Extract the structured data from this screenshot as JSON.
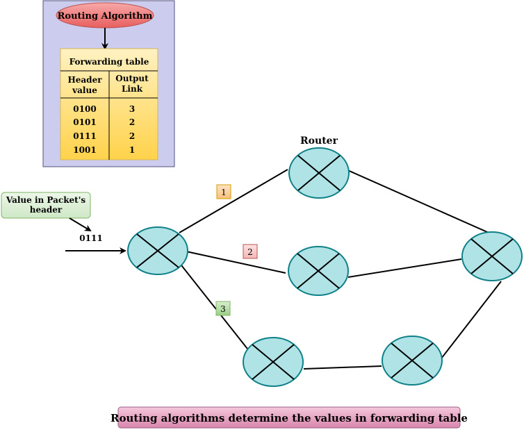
{
  "routing_panel": {
    "algorithm_label": "Routing Algorithm",
    "table_title": "Forwarding table",
    "header_value_line1": "Header",
    "header_value_line2": "value",
    "output_link_line1": "Output",
    "output_link_line2": "Link",
    "rows": [
      {
        "header": "0100",
        "link": "3"
      },
      {
        "header": "0101",
        "link": "2"
      },
      {
        "header": "0111",
        "link": "2"
      },
      {
        "header": "1001",
        "link": "1"
      }
    ]
  },
  "packet": {
    "label_line1": "Value in Packet's",
    "label_line2": "header",
    "value": "0111"
  },
  "router_label": "Router",
  "links": [
    {
      "label": "1",
      "color": "#fbd3a6"
    },
    {
      "label": "2",
      "color": "#f8cecc"
    },
    {
      "label": "3",
      "color": "#d5e8d4"
    }
  ],
  "caption": "Routing algorithms determine the values in forwarding table",
  "colors": {
    "panel_bg": "#ccccee",
    "panel_border": "#56517e",
    "algorithm_fill": "#f08080",
    "table_fill": "#ffe28a",
    "router_fill": "#b0e3e6",
    "router_stroke": "#0e8088",
    "caption_fill": "#e6a0c4"
  }
}
